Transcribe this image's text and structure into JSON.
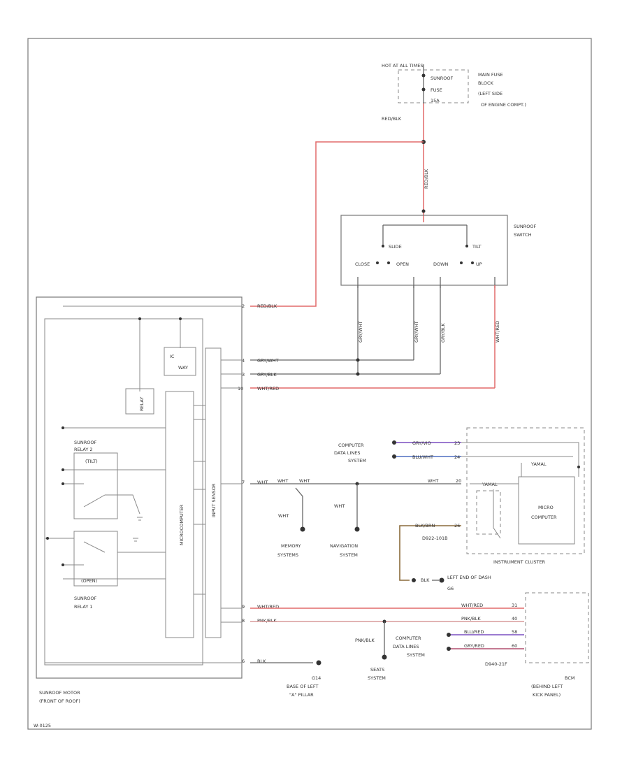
{
  "labels": {
    "top_fuse_hdr": "HOT AT ALL TIMES",
    "sunroof_fuse_1": "SUNROOF",
    "sunroof_fuse_2": "FUSE",
    "sunroof_fuse_3": "15A",
    "mainfuse_1": "MAIN FUSE",
    "mainfuse_2": "BLOCK",
    "mainfuse_3": "(LEFT SIDE",
    "mainfuse_4": "OF ENGINE COMPT.)",
    "red_blk_top": "RED/BLK",
    "red_vert": "RED/BLK",
    "sw_title_1": "SUNROOF",
    "sw_title_2": "SWITCH",
    "slide": "SLIDE",
    "tilt": "TILT",
    "close": "CLOSE",
    "open": "OPEN",
    "tilt_down": "DOWN",
    "tilt_up": "UP",
    "sw_w1": "GRY/WHT",
    "sw_w2": "GRY/WHT",
    "sw_w3": "GRY/BLK",
    "sw_w4": "WHT/RED",
    "pin_a_num": "2",
    "pin_a_wire": "RED/BLK",
    "pin_b_num": "4",
    "pin_b_wire": "GRY/WHT",
    "pin_c_num": "3",
    "pin_c_wire": "GRY/BLK",
    "pin_d_num": "10",
    "pin_d_wire": "WHT/RED",
    "pin_e_num": "7",
    "pin_e_wire": "WHT",
    "pin_f_num": "9",
    "pin_f_wire": "WHT/RED",
    "pin_g_num": "8",
    "pin_g_wire": "PNK/BLK",
    "pin_h_num": "6",
    "pin_h_wire": "BLK",
    "pin_e_wire2": "WHT",
    "ic_label": "IC",
    "ic_sub": "WAY",
    "relay_small": "RELAY",
    "relay2_1": "SUNROOF",
    "relay2_2": "RELAY 2",
    "relay2_3": "(TILT)",
    "relay1_1": "SUNROOF",
    "relay1_2": "RELAY 1",
    "relay1_in": "(OPEN)",
    "micro_label": "MICROCOMPUTER",
    "input_label": "INPUT SENSOR",
    "cdl1_1": "COMPUTER",
    "cdl1_2": "DATA LINES",
    "cdl1_3": "SYSTEM",
    "cdl1_w1": "GRY/VIO",
    "cdl1_w1n": "23",
    "cdl1_w2": "BLU/WHT",
    "cdl1_w2n": "24",
    "wht_mid": "WHT",
    "wht_mid2": "WHT",
    "wht_left": "WHT",
    "wht_right": "WHT",
    "ic_pin": "20",
    "mem_1": "MEMORY",
    "mem_2": "SYSTEMS",
    "nav_1": "NAVIGATION",
    "nav_2": "SYSTEM",
    "ic_r1": "YAMAL",
    "ic_r2": "YAMAL",
    "micro2_1": "MICRO",
    "micro2_2": "COMPUTER",
    "instr": "INSTRUMENT CLUSTER",
    "blk_brn": "BLK/BRN",
    "blk_brn_n": "26",
    "ground_code": "D922-101B",
    "left_end": "LEFT END OF DASH",
    "g2": "G6",
    "blk2": "BLK",
    "r_w1": "WHT/RED",
    "r_w1n": "31",
    "r_w2": "PNK/BLK",
    "r_w2n": "40",
    "r_w3": "BLU/RED",
    "r_w3n": "58",
    "r_w4": "GRY/RED",
    "r_w4n": "60",
    "pnk_blk": "PNK/BLK",
    "cdl2_1": "COMPUTER",
    "cdl2_2": "DATA LINES",
    "cdl2_3": "SYSTEM",
    "seats_1": "SEATS",
    "seats_2": "SYSTEM",
    "bcm_code": "D940-21F",
    "bcm_1": "BCM",
    "bcm_2": "(BEHIND LEFT",
    "bcm_3": "KICK PANEL)",
    "g3_1": "G14",
    "g3_2": "BASE OF LEFT",
    "g3_3": "\"A\" PILLAR",
    "motor_1": "SUNROOF MOTOR",
    "motor_2": "(FRONT OF ROOF)",
    "footer_code": "W-0125"
  }
}
